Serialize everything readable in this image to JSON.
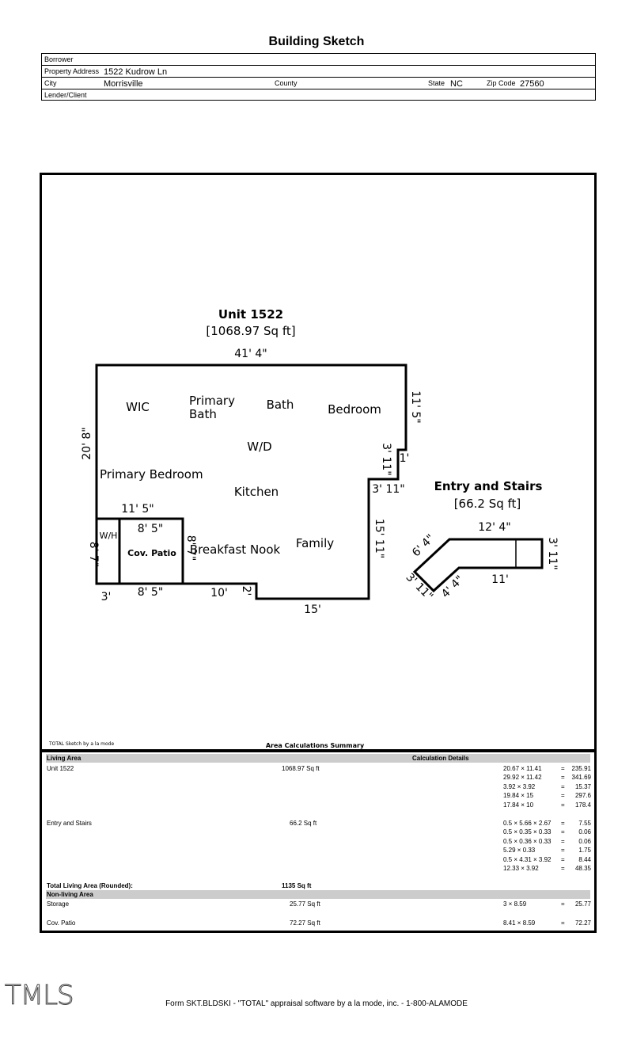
{
  "title": "Building Sketch",
  "header": {
    "borrower_label": "Borrower",
    "borrower": "",
    "address_label": "Property Address",
    "address": "1522 Kudrow Ln",
    "city_label": "City",
    "city": "Morrisville",
    "county_label": "County",
    "county": "",
    "state_label": "State",
    "state": "NC",
    "zip_label": "Zip Code",
    "zip": "27560",
    "lender_label": "Lender/Client",
    "lender": ""
  },
  "sketch": {
    "unit_title": "Unit 1522",
    "unit_area": "[1068.97 Sq ft]",
    "dims": {
      "top": "41' 4\"",
      "left": "20' 8\"",
      "right_top": "11' 5\"",
      "right_small_v": "3' 11\"",
      "right_small_h": "1'",
      "right_step_h": "3' 11\"",
      "right_lower": "15' 11\"",
      "bottom_right": "15'",
      "bottom_step": "2'",
      "bottom_mid": "10'",
      "patio_top": "8' 5\"",
      "patio_bottom": "8' 5\"",
      "patio_right": "8' 7\"",
      "wh_left": "8' 7\"",
      "wh_bottom": "3'",
      "bed_width": "11' 5\""
    },
    "rooms": {
      "wic": "WIC",
      "primary_bath_1": "Primary",
      "primary_bath_2": "Bath",
      "bath": "Bath",
      "bedroom": "Bedroom",
      "wd": "W/D",
      "primary_bedroom": "Primary Bedroom",
      "kitchen": "Kitchen",
      "wh": "W/H",
      "cov_patio": "Cov. Patio",
      "breakfast": "Breakfast Nook",
      "family": "Family"
    },
    "entry_title": "Entry and Stairs",
    "entry_area": "[66.2 Sq ft]",
    "entry_dims": {
      "top": "12' 4\"",
      "right": "3' 11\"",
      "bottom": "11'",
      "left_upper": "6' 4\"",
      "left_lower": "3' 11\"",
      "inner": "4' 4\""
    },
    "credit": "TOTAL Sketch by a la mode"
  },
  "calc": {
    "summary_title": "Area Calculations Summary",
    "living_area": "Living Area",
    "calc_details": "Calculation Details",
    "unit_name": "Unit 1522",
    "unit_sqft": "1068.97 Sq ft",
    "unit_rows": [
      {
        "f": "20.67 × 11.41",
        "eq": "=",
        "v": "235.91"
      },
      {
        "f": "29.92 × 11.42",
        "eq": "=",
        "v": "341.69"
      },
      {
        "f": "3.92 × 3.92",
        "eq": "=",
        "v": "15.37"
      },
      {
        "f": "19.84 × 15",
        "eq": "=",
        "v": "297.6"
      },
      {
        "f": "17.84 × 10",
        "eq": "=",
        "v": "178.4"
      }
    ],
    "entry_name": "Entry and Stairs",
    "entry_sqft": "66.2 Sq ft",
    "entry_rows": [
      {
        "f": "0.5 × 5.66 × 2.67",
        "eq": "=",
        "v": "7.55"
      },
      {
        "f": "0.5 × 0.35 × 0.33",
        "eq": "=",
        "v": "0.06"
      },
      {
        "f": "0.5 × 0.36 × 0.33",
        "eq": "=",
        "v": "0.06"
      },
      {
        "f": "5.29 × 0.33",
        "eq": "=",
        "v": "1.75"
      },
      {
        "f": "0.5 × 4.31 × 3.92",
        "eq": "=",
        "v": "8.44"
      },
      {
        "f": "12.33 × 3.92",
        "eq": "=",
        "v": "48.35"
      }
    ],
    "total_label": "Total Living Area (Rounded):",
    "total_value": "1135 Sq ft",
    "non_living": "Non-living Area",
    "storage_name": "Storage",
    "storage_sqft": "25.77 Sq ft",
    "storage_row": {
      "f": "3 × 8.59",
      "eq": "=",
      "v": "25.77"
    },
    "patio_name": "Cov. Patio",
    "patio_sqft": "72.27 Sq ft",
    "patio_row": {
      "f": "8.41 × 8.59",
      "eq": "=",
      "v": "72.27"
    }
  },
  "footer": "Form SKT.BLDSKI - \"TOTAL\" appraisal software by a la mode, inc. - 1-800-ALAMODE",
  "logo_text": "TMLS"
}
